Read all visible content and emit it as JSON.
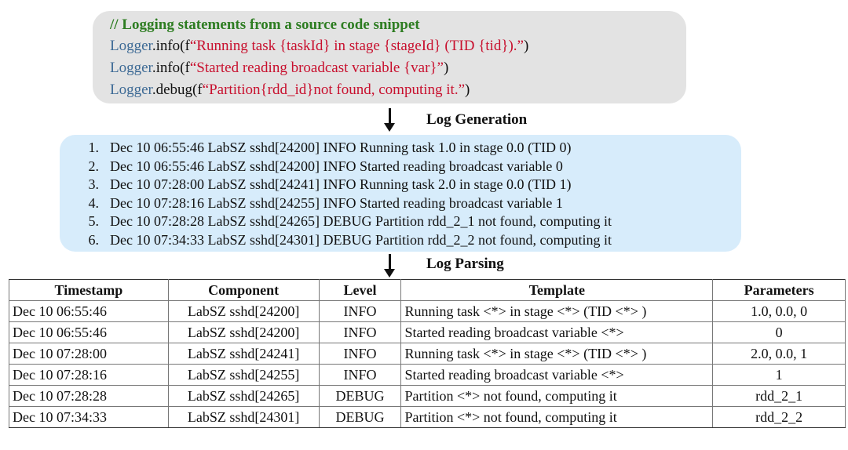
{
  "code": {
    "comment": "// Logging statements from a source code snippet",
    "lines": [
      {
        "obj": "Logger",
        "fn": ".info(f",
        "str": "“Running task {taskId} in stage {stageId} (TID {tid}).”",
        "close": ")"
      },
      {
        "obj": "Logger",
        "fn": ".info(f",
        "str": "“Started reading broadcast variable {var}”",
        "close": ")"
      },
      {
        "obj": "Logger",
        "fn": ".debug(f",
        "str": "“Partition{rdd_id}not found, computing it.”",
        "close": ")"
      }
    ]
  },
  "steps": {
    "generation": "Log Generation",
    "parsing": "Log Parsing"
  },
  "logs": [
    {
      "num": "1.",
      "text": "Dec 10 06:55:46 LabSZ sshd[24200] INFO Running task 1.0 in stage 0.0 (TID 0)"
    },
    {
      "num": "2.",
      "text": "Dec 10 06:55:46 LabSZ sshd[24200] INFO Started reading broadcast variable 0"
    },
    {
      "num": "3.",
      "text": "Dec 10 07:28:00 LabSZ sshd[24241] INFO Running task 2.0 in stage 0.0 (TID 1)"
    },
    {
      "num": "4.",
      "text": "Dec 10 07:28:16 LabSZ sshd[24255] INFO Started reading broadcast variable 1"
    },
    {
      "num": "5.",
      "text": "Dec 10 07:28:28 LabSZ sshd[24265] DEBUG Partition rdd_2_1 not found, computing it"
    },
    {
      "num": "6.",
      "text": "Dec 10 07:34:33 LabSZ sshd[24301] DEBUG Partition rdd_2_2 not found, computing it"
    }
  ],
  "table": {
    "headers": [
      "Timestamp",
      "Component",
      "Level",
      "Template",
      "Parameters"
    ],
    "rows": [
      [
        "Dec 10 06:55:46",
        "LabSZ sshd[24200]",
        "INFO",
        "Running task <*> in stage <*>  (TID <*> )",
        "1.0, 0.0, 0"
      ],
      [
        "Dec 10 06:55:46",
        "LabSZ sshd[24200]",
        "INFO",
        "Started reading broadcast variable <*>",
        "0"
      ],
      [
        "Dec 10 07:28:00",
        "LabSZ sshd[24241]",
        "INFO",
        "Running task <*> in stage <*>  (TID <*> )",
        "2.0, 0.0, 1"
      ],
      [
        "Dec 10 07:28:16",
        "LabSZ sshd[24255]",
        "INFO",
        "Started reading broadcast variable <*>",
        "1"
      ],
      [
        "Dec 10 07:28:28",
        "LabSZ sshd[24265]",
        "DEBUG",
        "Partition <*> not found, computing it",
        "rdd_2_1"
      ],
      [
        "Dec 10 07:34:33",
        "LabSZ sshd[24301]",
        "DEBUG",
        "Partition <*> not found, computing it",
        "rdd_2_2"
      ]
    ]
  }
}
